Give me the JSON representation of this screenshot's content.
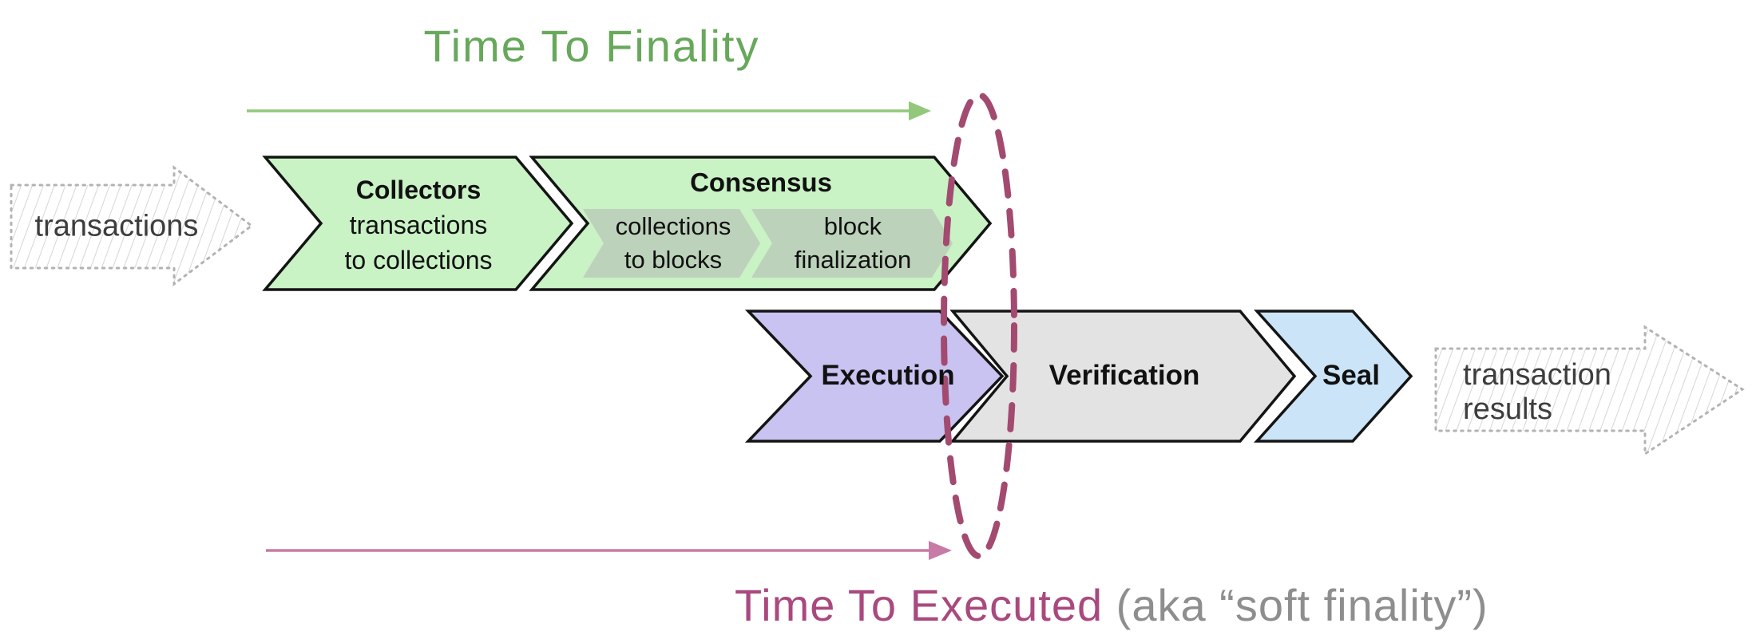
{
  "titles": {
    "finality": "Time To Finality",
    "executed": "Time To Executed",
    "executed_suffix": " (aka “soft finality”)"
  },
  "flow_input": {
    "label": "transactions"
  },
  "flow_output": {
    "line1": "transaction",
    "line2": "results"
  },
  "stages": {
    "collectors": {
      "title": "Collectors",
      "subtitle_line1": "transactions",
      "subtitle_line2": "to collections"
    },
    "consensus": {
      "title": "Consensus",
      "steps": [
        {
          "line1": "collections",
          "line2": "to blocks"
        },
        {
          "line1": "block",
          "line2": "finalization"
        }
      ]
    },
    "execution": {
      "title": "Execution"
    },
    "verification": {
      "title": "Verification"
    },
    "seal": {
      "title": "Seal"
    }
  },
  "colors": {
    "green_title": "#67a85b",
    "green_arrow": "#92c77c",
    "pink_arrow": "#c77ba6",
    "pink_title": "#a9497e",
    "gray_title": "#8e8e8e",
    "ellipse": "#a34a70",
    "stage_green": "#c9f2c5",
    "stage_green_inner": "#bdd2ba",
    "stage_purple": "#c8c3f0",
    "stage_gray": "#e3e3e3",
    "stage_blue": "#cbe4f8",
    "stage_border": "#141414",
    "sketch_outline": "#b3b3b3",
    "sketch_hatch": "#d6d6d6"
  }
}
